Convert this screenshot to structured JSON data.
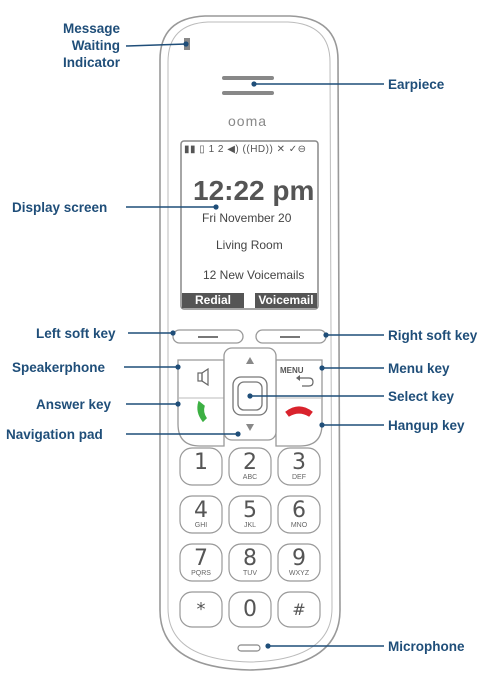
{
  "labels": {
    "message_waiting_1": "Message",
    "message_waiting_2": "Waiting",
    "message_waiting_3": "Indicator",
    "earpiece": "Earpiece",
    "display_screen": "Display screen",
    "left_soft_key": "Left soft key",
    "right_soft_key": "Right soft key",
    "speakerphone": "Speakerphone",
    "menu_key": "Menu key",
    "select_key": "Select key",
    "answer_key": "Answer key",
    "hangup_key": "Hangup key",
    "navigation_pad": "Navigation pad",
    "microphone": "Microphone"
  },
  "phone": {
    "brand": "ooma",
    "screen": {
      "status_icons": "▮▮ ▯ 1 2 ◀) ((HD)) ✕ ✓⊖",
      "time": "12:22 pm",
      "date": "Fri  November 20",
      "room": "Living Room",
      "voicemails": "12 New Voicemails",
      "soft_left": "Redial",
      "soft_right": "Voicemail"
    },
    "menu_label": "MENU",
    "keys": [
      {
        "digit": "1",
        "letters": ""
      },
      {
        "digit": "2",
        "letters": "ABC"
      },
      {
        "digit": "3",
        "letters": "DEF"
      },
      {
        "digit": "4",
        "letters": "GHI"
      },
      {
        "digit": "5",
        "letters": "JKL"
      },
      {
        "digit": "6",
        "letters": "MNO"
      },
      {
        "digit": "7",
        "letters": "PQRS"
      },
      {
        "digit": "8",
        "letters": "TUV"
      },
      {
        "digit": "9",
        "letters": "WXYZ"
      },
      {
        "digit": "*",
        "letters": ""
      },
      {
        "digit": "0",
        "letters": ""
      },
      {
        "digit": "#",
        "letters": ""
      }
    ]
  },
  "colors": {
    "label": "#1f4e79",
    "outline": "#999999",
    "answer": "#3cb043",
    "hangup": "#d9232d"
  }
}
